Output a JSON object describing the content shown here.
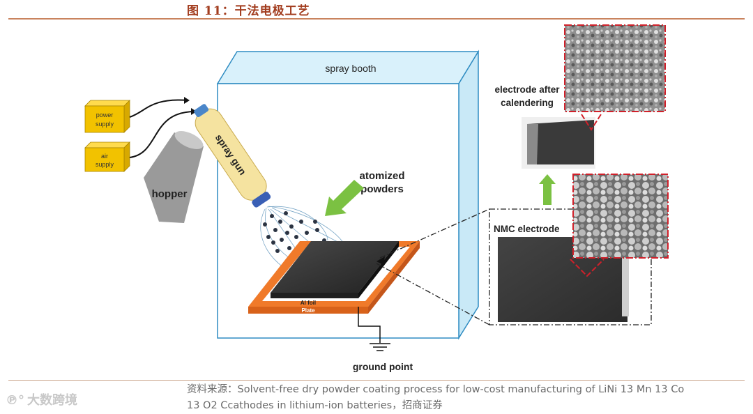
{
  "figure_title": "图 11：干法电极工艺",
  "labels": {
    "spray_booth": "spray booth",
    "power_supply_line1": "power",
    "power_supply_line2": "supply",
    "air_supply_line1": "air",
    "air_supply_line2": "supply",
    "hopper": "hopper",
    "spray_gun": "spray gun",
    "atomized_line1": "atomized",
    "atomized_line2": "powders",
    "al_foil": "Al foil",
    "plate": "Plate",
    "ground_point": "ground point",
    "electrode_after_line1": "electrode after",
    "electrode_after_line2": "calendering",
    "nmc_electrode": "NMC electrode"
  },
  "source_text": "资料来源：Solvent-free dry powder coating process for low-cost manufacturing of LiNi 13 Mn 13 Co 13 O2 Ccathodes in lithium-ion batteries，招商证券",
  "watermark": "大数跨境",
  "colors": {
    "title": "#a23c1e",
    "booth_fill": "#d9f1fb",
    "booth_stroke": "#2f8cc2",
    "supply_box": "#f2c200",
    "spray_gun": "#f5e3a0",
    "plate_orange": "#f07a2a",
    "foil_dark": "#3b3b3b",
    "arrow_green": "#7bc142",
    "sem_frame": "#d1202a"
  }
}
